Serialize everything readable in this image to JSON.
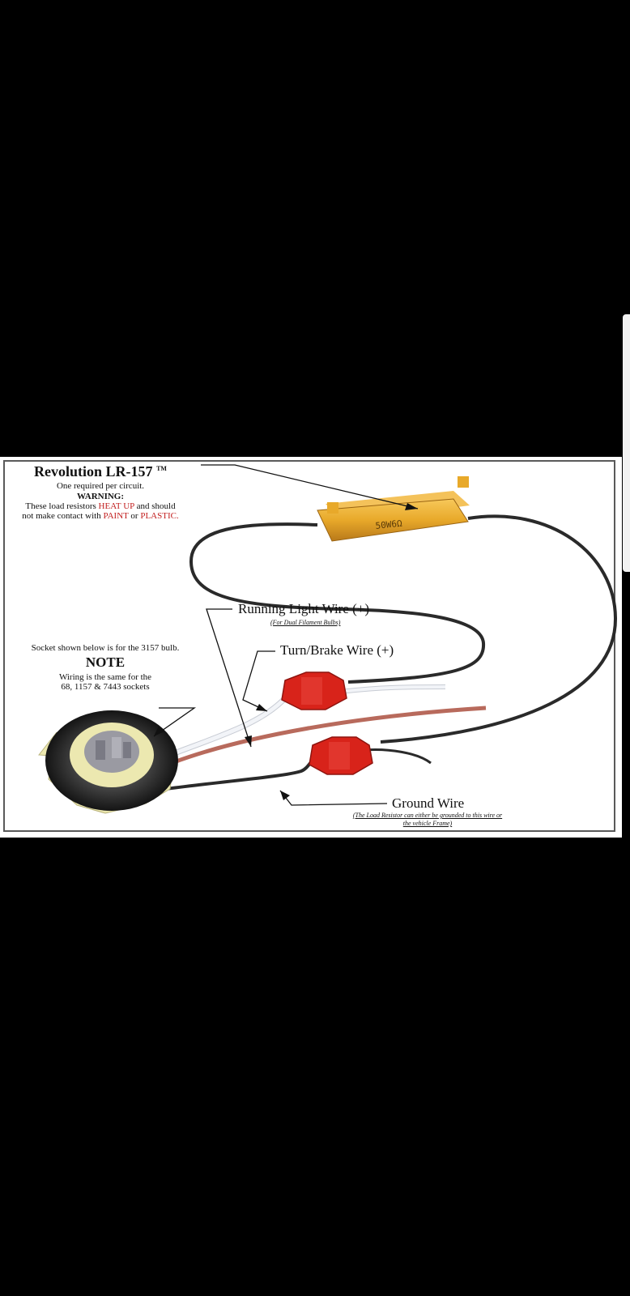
{
  "product": {
    "title": "Revolution LR-157",
    "trademark": "TM",
    "subtitle": "One required per circuit.",
    "warning_heading": "WARNING:",
    "warning_text_1": "These load resistors",
    "warning_heat": "HEAT UP",
    "warning_text_2": "and should",
    "warning_text_3": "not make contact with",
    "warning_paint": "PAINT",
    "warning_or": "or",
    "warning_plastic": "PLASTIC."
  },
  "resistor": {
    "marking": "50W6Ω"
  },
  "socket_note": {
    "line1": "Socket shown below is for the 3157 bulb.",
    "heading": "NOTE",
    "line2": "Wiring is the same for the",
    "line3": "68, 1157 & 7443 sockets"
  },
  "labels": {
    "running_light": "Running Light Wire (+)",
    "running_light_note": "(For Dual Filament Bulbs)",
    "turn_brake": "Turn/Brake Wire (+)",
    "ground": "Ground Wire",
    "ground_note_1": "(The Load Resistor can either be grounded to this wire or",
    "ground_note_2": "the vehicle Frame)"
  },
  "colors": {
    "resistor_gold": "#e8a92a",
    "connector_red": "#d8231a",
    "warning_red": "#c21f1f",
    "wire_black": "#2a2a2a",
    "wire_brown": "#b86a5c",
    "wire_white": "#f2f4f8",
    "socket_cream": "#ece8b0"
  }
}
